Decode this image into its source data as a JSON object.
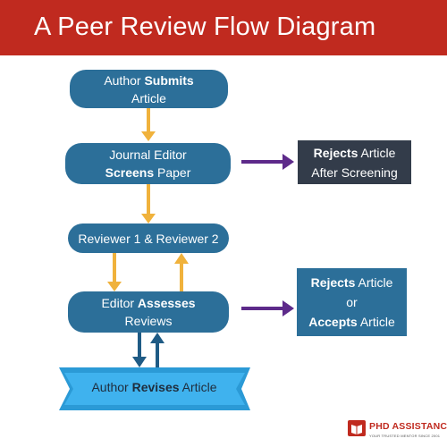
{
  "header": {
    "title": "A Peer Review Flow Diagram",
    "background": "#c02a1f"
  },
  "colors": {
    "node": "#2c6f99",
    "dark_box": "#333c4a",
    "orange_arrow": "#f0b23c",
    "purple_arrow": "#5d2a8a",
    "banner": "#2b9ad6"
  },
  "nodes": {
    "submit": {
      "pre": "Author ",
      "bold": "Submits",
      "line2": "Article"
    },
    "screen": {
      "line1": "Journal Editor",
      "bold": "Screens",
      "post": " Paper"
    },
    "reviewers": {
      "text": "Reviewer 1 & Reviewer 2"
    },
    "assess": {
      "pre": "Editor ",
      "bold": "Assesses",
      "line2": "Reviews"
    }
  },
  "outcomes": {
    "reject_screening": {
      "bold": "Rejects",
      "post": " Article",
      "line2": "After Screening"
    },
    "decision": {
      "bold1": "Rejects",
      "post1": " Article",
      "mid": "or",
      "bold2": "Accepts",
      "post2": " Article"
    }
  },
  "banner": {
    "pre": "Author ",
    "bold": "Revises",
    "post": " Article"
  },
  "logo": {
    "name": "PHD ASSISTANCE",
    "tagline": "YOUR TRUSTED MENTOR SINCE 2001",
    "icon": "book-icon"
  }
}
